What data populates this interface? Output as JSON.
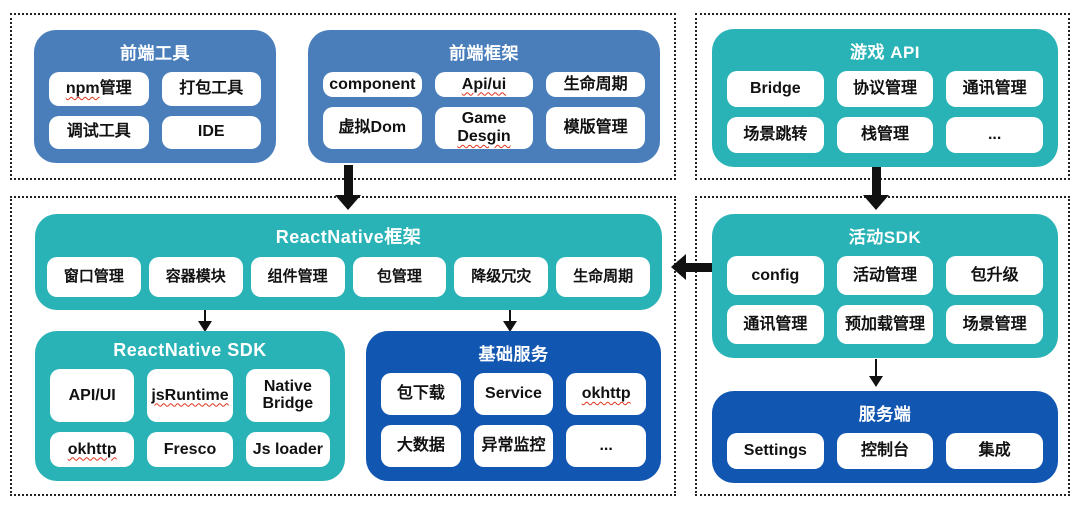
{
  "colors": {
    "blue": "#4a7ebb",
    "teal": "#2ab3b6",
    "dark_blue": "#1156b0",
    "squiggle": "#e0341b"
  },
  "panels": {
    "frontend_tools": {
      "title": "前端工具",
      "items": [
        {
          "wavy": "npm",
          "plain": "管理"
        },
        {
          "label": "打包工具"
        },
        {
          "label": "调试工具"
        },
        {
          "label": "IDE"
        }
      ]
    },
    "frontend_framework": {
      "title": "前端框架",
      "items": [
        {
          "label": "component"
        },
        {
          "label": "Api/ui"
        },
        {
          "label": "生命周期"
        },
        {
          "label": "虚拟Dom"
        },
        {
          "plain": "Game ",
          "wavy": "Desgin"
        },
        {
          "label": "模版管理"
        }
      ]
    },
    "game_api": {
      "title": "游戏 API",
      "items": [
        {
          "label": "Bridge"
        },
        {
          "label": "协议管理"
        },
        {
          "label": "通讯管理"
        },
        {
          "label": "场景跳转"
        },
        {
          "label": "栈管理"
        },
        {
          "label": "..."
        }
      ]
    },
    "rn_framework": {
      "title": "ReactNative框架",
      "items": [
        {
          "label": "窗口管理"
        },
        {
          "label": "容器模块"
        },
        {
          "label": "组件管理"
        },
        {
          "label": "包管理"
        },
        {
          "label": "降级冗灾"
        },
        {
          "label": "生命周期"
        }
      ]
    },
    "rn_sdk": {
      "title": "ReactNative SDK",
      "items": [
        {
          "label": "API/UI"
        },
        {
          "label": "jsRuntime"
        },
        {
          "label": "Native Bridge"
        },
        {
          "label": "okhttp"
        },
        {
          "label": "Fresco"
        },
        {
          "label": "Js loader"
        }
      ]
    },
    "base_services": {
      "title": "基础服务",
      "items": [
        {
          "label": "包下载"
        },
        {
          "label": "Service"
        },
        {
          "label": "okhttp"
        },
        {
          "label": "大数据"
        },
        {
          "label": "异常监控"
        },
        {
          "label": "..."
        }
      ]
    },
    "activity_sdk": {
      "title": "活动SDK",
      "items": [
        {
          "label": "config"
        },
        {
          "label": "活动管理"
        },
        {
          "label": "包升级"
        },
        {
          "label": "通讯管理"
        },
        {
          "label": "预加载管理"
        },
        {
          "label": "场景管理"
        }
      ]
    },
    "server": {
      "title": "服务端",
      "items": [
        {
          "label": "Settings"
        },
        {
          "label": "控制台"
        },
        {
          "label": "集成"
        }
      ]
    }
  }
}
